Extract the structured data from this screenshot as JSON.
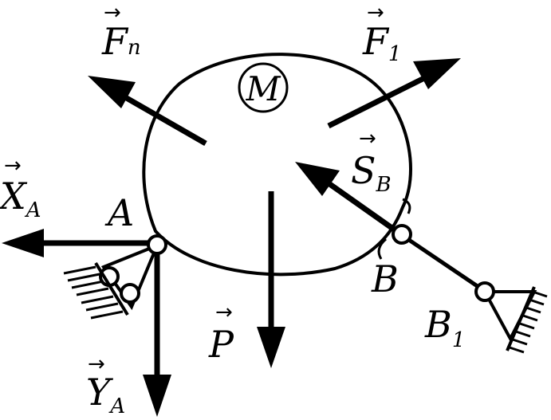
{
  "diagram": {
    "body_label": "M",
    "forces": {
      "fn": {
        "base": "F",
        "sub": "n"
      },
      "f1": {
        "base": "F",
        "sub": "1"
      },
      "sb": {
        "base": "S",
        "sub": "B"
      },
      "xa": {
        "base": "X",
        "sub": "A"
      },
      "ya": {
        "base": "Y",
        "sub": "A"
      },
      "p": {
        "base": "P",
        "sub": ""
      }
    },
    "points": {
      "a": "A",
      "b": "B",
      "b1": {
        "base": "B",
        "sub": "1"
      }
    },
    "vector_mark": "→"
  }
}
